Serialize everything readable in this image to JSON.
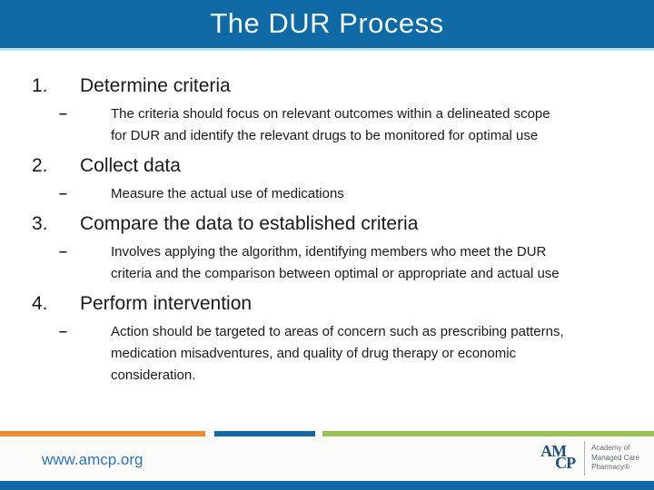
{
  "header": {
    "title": "The DUR Process"
  },
  "list": {
    "marker": "–",
    "items": [
      {
        "number": "1.",
        "heading": "Determine criteria",
        "detail": "The criteria should focus on relevant outcomes within a delineated scope for DUR and identify the relevant drugs to be monitored for optimal use"
      },
      {
        "number": "2.",
        "heading": "Collect data",
        "detail": "Measure the actual use of medications"
      },
      {
        "number": "3.",
        "heading": "Compare the data to established criteria",
        "detail": "Involves applying the algorithm, identifying members who meet the DUR criteria and the comparison between optimal or appropriate and actual use"
      },
      {
        "number": "4.",
        "heading": "Perform intervention",
        "detail": "Action should be targeted to areas of concern such as prescribing patterns, medication misadventures, and quality of drug therapy or economic consideration."
      }
    ]
  },
  "footer": {
    "website": "www.amcp.org",
    "logo": {
      "monogram_top": "AM",
      "monogram_bottom": "CP",
      "name_line1": "Academy of",
      "name_line2": "Managed Care",
      "name_line3": "Pharmacy®"
    }
  },
  "colors": {
    "header_blue": "#0F69A5",
    "header_underline": "#C3E3F5",
    "bar_orange": "#EF8B33",
    "bar_blue": "#1467A5",
    "bar_green": "#96C353",
    "link_blue": "#2E74B5",
    "logo_navy": "#1F4E79",
    "body_text": "#1A1A1A"
  }
}
